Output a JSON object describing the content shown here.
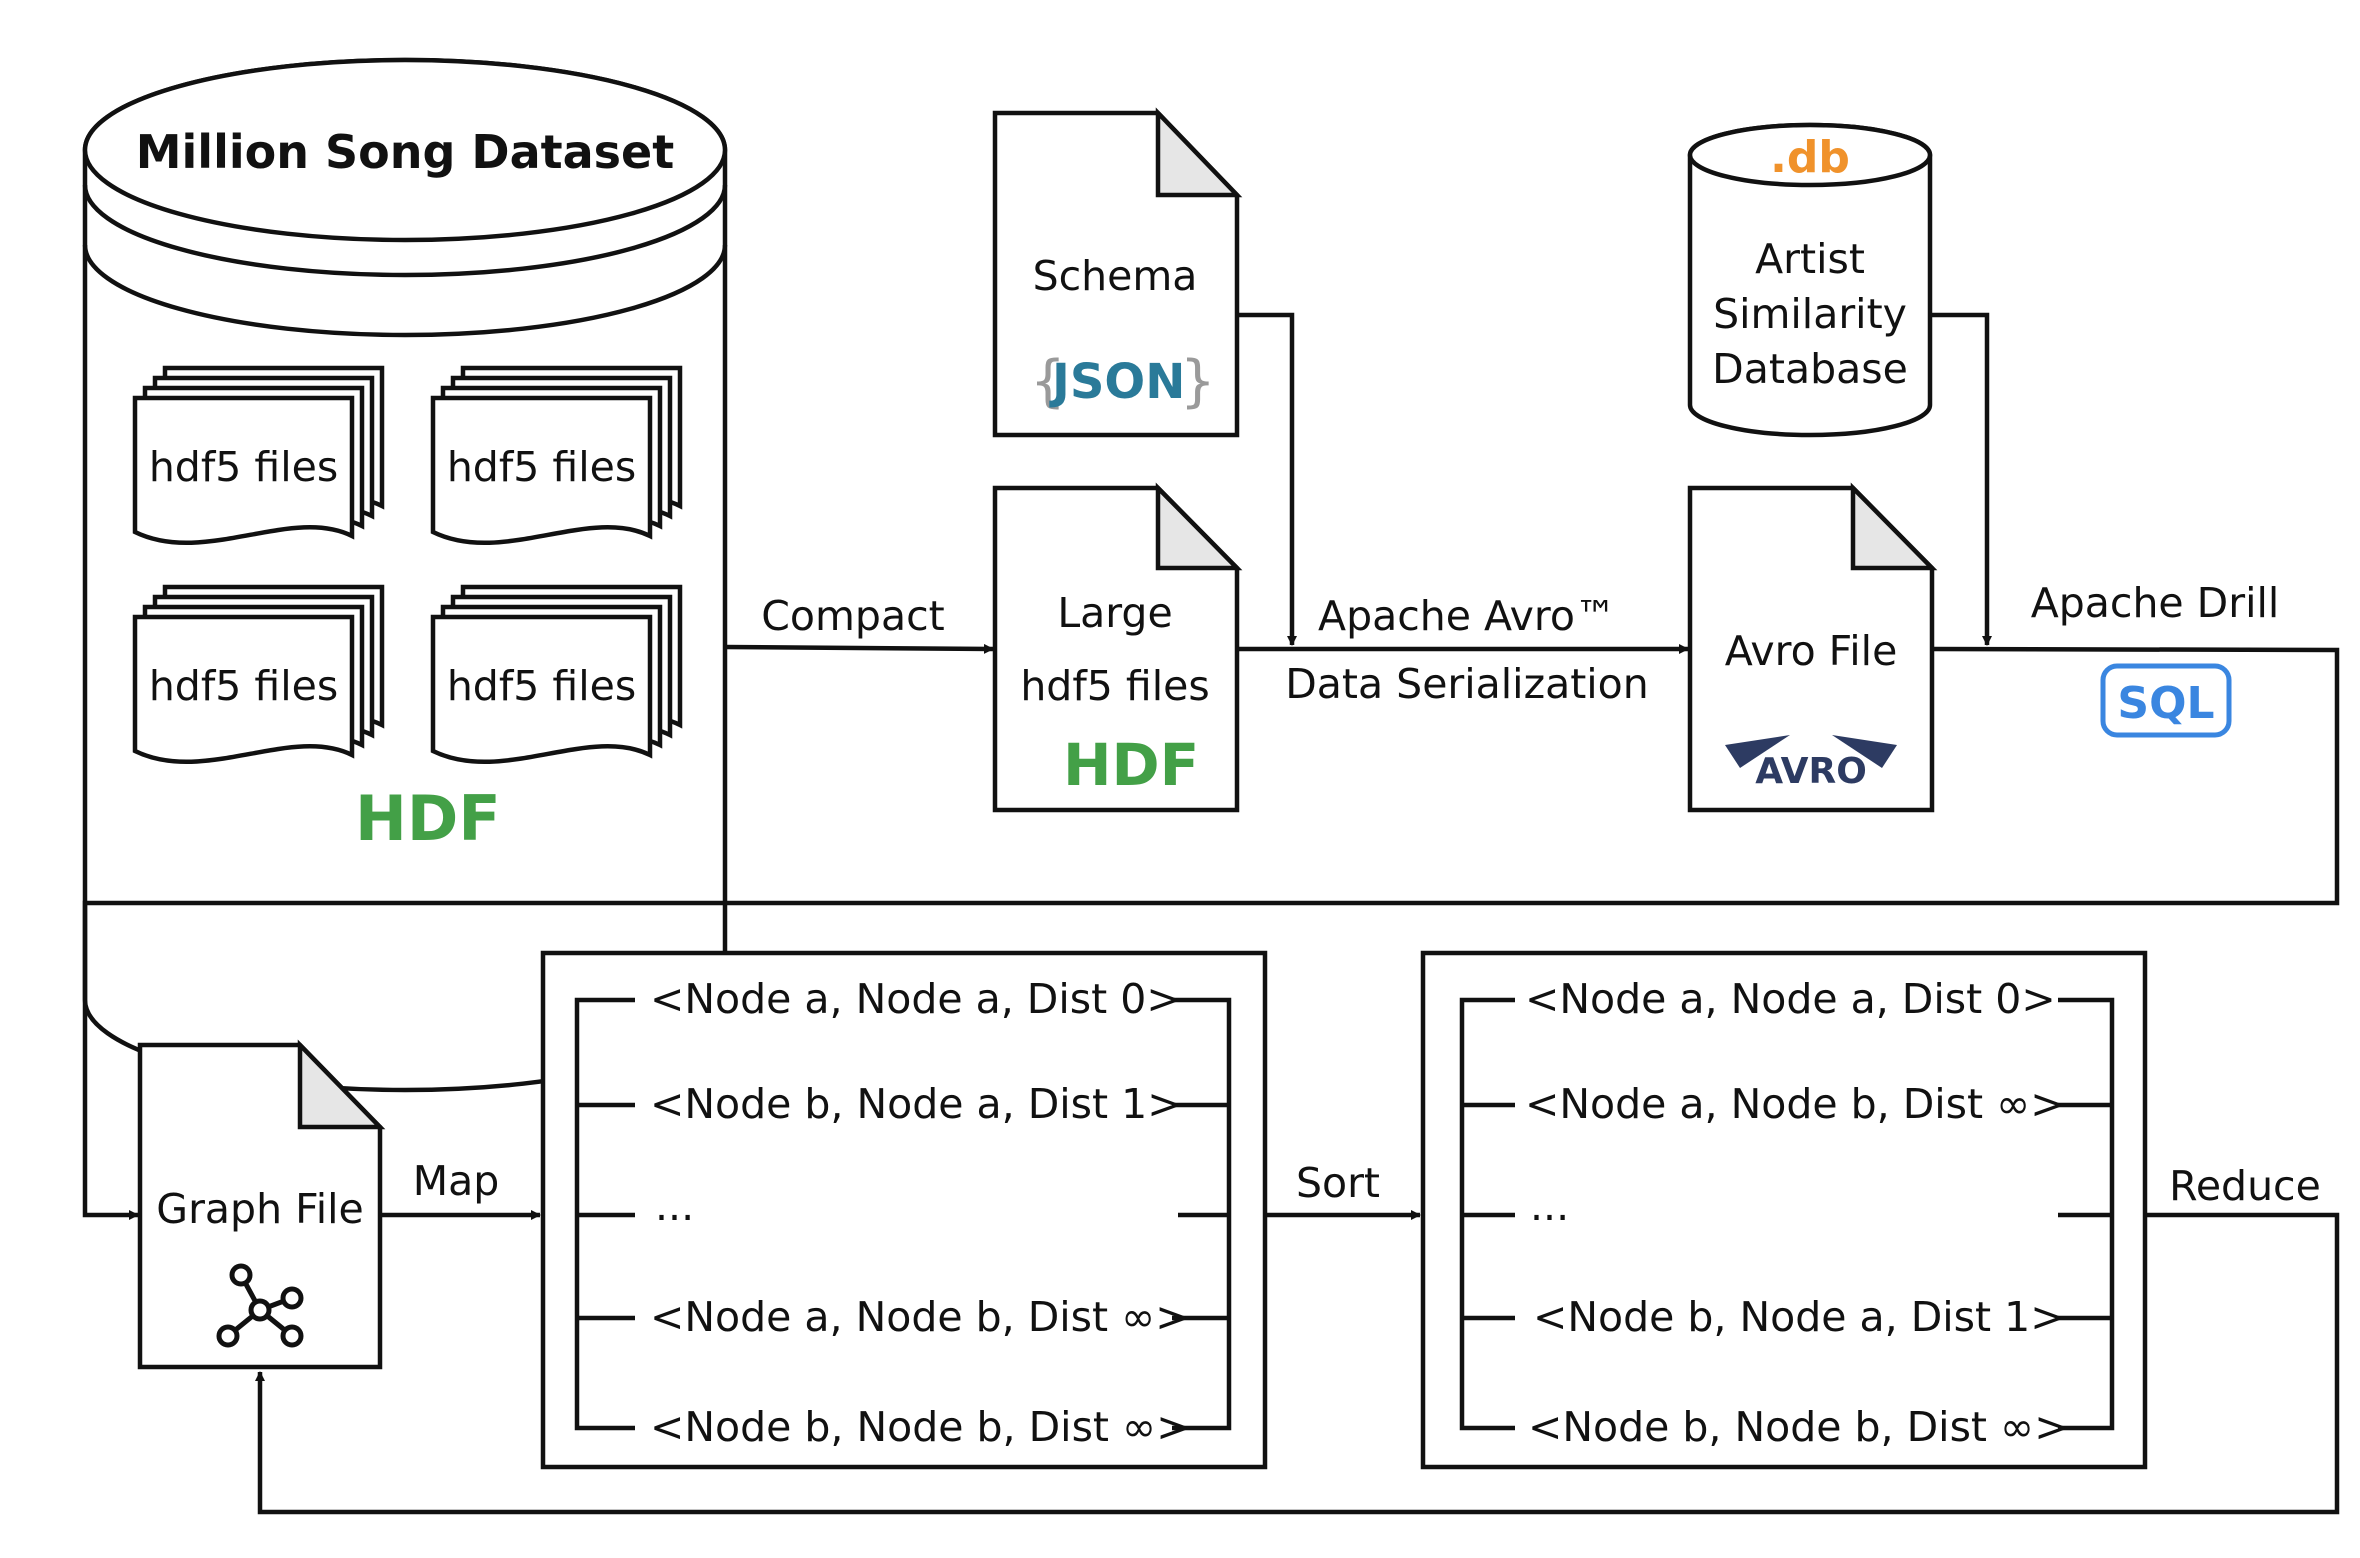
{
  "dataset": {
    "title": "Million Song Dataset",
    "file_label": "hdf5 files",
    "logo": "HDF"
  },
  "schema": {
    "label": "Schema",
    "logo": "JSON"
  },
  "large_files": {
    "line1": "Large",
    "line2": "hdf5 files",
    "logo": "HDF"
  },
  "similarity_db": {
    "badge": ".db",
    "line1": "Artist",
    "line2": "Similarity",
    "line3": "Database"
  },
  "avro_file": {
    "label": "Avro File",
    "logo": "AVRO"
  },
  "graph_file": {
    "label": "Graph File"
  },
  "edges": {
    "compact": "Compact",
    "avro_line1": "Apache Avro™",
    "avro_line2": "Data Serialization",
    "drill": "Apache Drill",
    "drill_logo": "SQL",
    "map": "Map",
    "sort": "Sort",
    "reduce": "Reduce"
  },
  "map_output": {
    "rows": [
      "<Node a, Node a, Dist 0>",
      "<Node b, Node a, Dist 1>",
      "...",
      "<Node a, Node b, Dist ∞>",
      "<Node b, Node b, Dist ∞>"
    ]
  },
  "sort_output": {
    "rows": [
      "<Node a, Node a, Dist 0>",
      "<Node a, Node b, Dist ∞>",
      "...",
      "<Node b, Node a, Dist 1>",
      "<Node b, Node b, Dist ∞>"
    ]
  },
  "colors": {
    "db_badge": "#f0922b",
    "json_text": "#2a7a99",
    "json_braces": "#9a9a9a",
    "sql": "#3a86e0",
    "hdf_blue": "#2f5fb8",
    "hdf_green": "#43a047",
    "avro_navy": "#2d3b62"
  },
  "icons": [
    "hdf-logo",
    "json-logo",
    "avro-logo",
    "sql-logo",
    "graph-icon"
  ]
}
